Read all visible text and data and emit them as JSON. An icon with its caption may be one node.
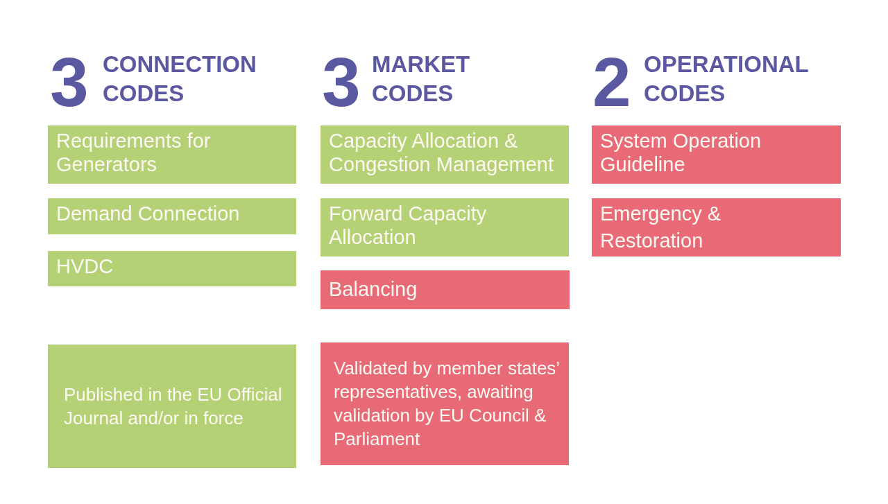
{
  "diagram": {
    "nodes": [
      {
        "text": [
          "Requirements for Generators"
        ]
      },
      {
        "text": [
          "Demand Connection"
        ]
      },
      {
        "text": [
          "HVDC"
        ]
      },
      {
        "text": [
          "Capacity Allocation & Congestion Management"
        ]
      },
      {
        "text": [
          "Forward Capacity Allocation"
        ]
      },
      {
        "text": [
          "Balancing"
        ]
      },
      {
        "text": [
          "System Operation Guideline"
        ]
      },
      {
        "text": [
          "Emergency & Restoration"
        ]
      }
    ],
    "labels": [
      "3",
      "CONNECTION CODES",
      "3",
      "MARKET CODES",
      "2",
      "OPERATIONAL CODES"
    ],
    "legend": [
      {
        "text": "Published in the EU Official Journal and/or in force",
        "color": "#b5d175"
      },
      {
        "text": "Validated by member states’ representatives, awaiting validation by EU Council & Parliament",
        "color": "#e96a77"
      }
    ]
  }
}
